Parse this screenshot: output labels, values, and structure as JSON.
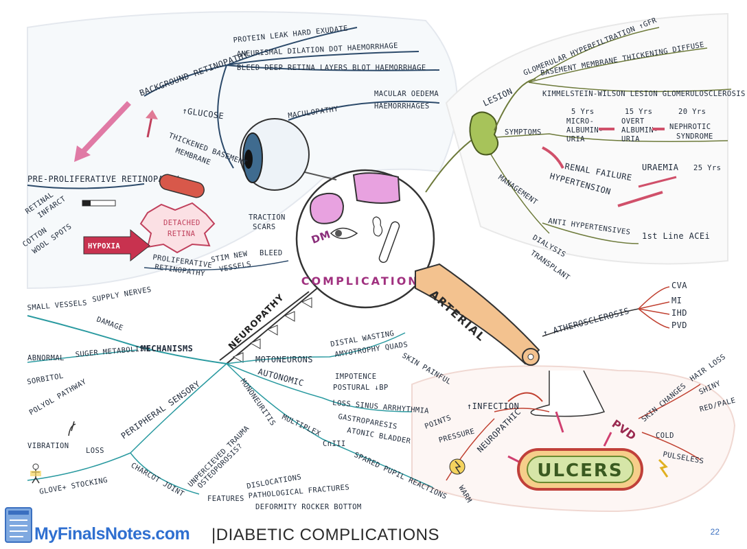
{
  "footer": {
    "brand": "MyFinalsNotes",
    "brand_suffix": ".com",
    "title": "|DIABETIC COMPLICATIONS",
    "page_number": "22"
  },
  "center": {
    "line1": "DM",
    "line2": "COMPLICATIONS"
  },
  "eye": {
    "background_retinopathy": "BACKGROUND RETINOPATHY",
    "bg_items": [
      "PROTEIN LEAK HARD EXUDATE",
      "ANEURISMAL DILATION DOT HAEMORRHAGE",
      "BLEED DEEP RETINA LAYERS BLOT HAEMORRHAGE"
    ],
    "glucose": "↑GLUCOSE",
    "thickened": [
      "THICKENED BASEMENT",
      "MEMBRANE"
    ],
    "maculopathy": "MACULOPATHY",
    "macular_items": [
      "MACULAR OEDEMA",
      "HAEMORRHAGES"
    ],
    "pre_proliferative": "PRE-PROLIFERATIVE RETINOPATHY",
    "retinal_infarct": [
      "RETINAL",
      "INFARCT"
    ],
    "cotton_wool": [
      "COTTON",
      "WOOL SPOTS"
    ],
    "detached": [
      "DETACHED",
      "RETINA"
    ],
    "hypoxia": "HYPOXIA",
    "proliferative": [
      "PROLIFERATIVE",
      "RETINOPATHY"
    ],
    "stim_new": [
      "STIM NEW",
      "VESSELS"
    ],
    "bleed": "BLEED",
    "traction": [
      "TRACTION",
      "SCARS"
    ]
  },
  "kidney": {
    "lesion": "LESION",
    "glomerular": "GLOMERULAR HYPERFILTRATION ↑GFR",
    "basement": "BASEMENT MEMBRANE THICKENING DIFFUSE",
    "kimmelstiel": "KIMMELSTEIN-WILSON LESION GLOMERULOSCLEROSIS",
    "symptoms": "SYMPTOMS",
    "yrs5": "5 Yrs",
    "yrs15": "15 Yrs",
    "yrs20": "20 Yrs",
    "yrs25": "25 Yrs",
    "micro": [
      "MICRO-",
      "ALBUMIN-",
      "URIA"
    ],
    "overt": [
      "OVERT",
      "ALBUMIN-",
      "URIA"
    ],
    "nephrotic": [
      "NEPHROTIC",
      "SYNDROME"
    ],
    "renal_failure": "RENAL FAILURE",
    "uraemia": "URAEMIA",
    "hypertension": "HYPERTENSION",
    "management": "MANAGEMENT",
    "antihypertensives": "ANTI HYPERTENSIVES",
    "first_line": "1st Line ACEi",
    "dialysis": "DIALYSIS",
    "transplant": "TRANSPLANT"
  },
  "arterial": {
    "label": "ARTERIAL",
    "atherosclerosis": "↑ ATHEROSCLEROSIS",
    "items": [
      "CVA",
      "MI",
      "IHD",
      "PVD"
    ]
  },
  "ulcers": {
    "label": "ULCERS",
    "infection": "↑INFECTION",
    "neuropathic": "NEUROPATHIC",
    "points": "POINTS",
    "pressure": "PRESSURE",
    "warm": "WARM",
    "pvd": "PVD",
    "skin_changes": "SKIN CHANGES",
    "hair_loss": "HAIR LOSS",
    "shiny": "SHINY",
    "red_pale": "RED/PALE",
    "cold": "COLD",
    "pulseless": "PULSELESS"
  },
  "neuro": {
    "neuropathy": "NEUROPATHY",
    "mechanisms": "MECHANISMS",
    "small_vessels": "SMALL VESSELS",
    "supply_nerves": "SUPPLY NERVES",
    "damage": "DAMAGE",
    "abnormal": "ABNORMAL",
    "sugar_metabolism": "SUGER METABOLISM",
    "sorbitol": "SORBITOL",
    "polyol": "POLYOL PATHWAY",
    "motoneurons": "MOTONEURONS",
    "distal_wasting": "DISTAL WASTING",
    "amyotrophy": "AMYOTROPHY QUADS",
    "skin_painful": "SKIN PAINFUL",
    "autonomic": "AUTONOMIC",
    "impotence": "IMPOTENCE",
    "postural": "POSTURAL ↓BP",
    "loss_sinus": "LOSS SINUS ARRHYTHMIA",
    "gastroparesis": "GASTROPARESIS",
    "atonic": "ATONIC BLADDER",
    "mononeuritis": "MONONEURITIS",
    "multiplex": "MULTIPLEX",
    "cn3": "CnIII",
    "spared": "SPARED PUPIL REACTIONS",
    "peripheral_sensory": "PERIPHERAL SENSORY",
    "vibration": "VIBRATION",
    "loss": "LOSS",
    "glove": "GLOVE+ STOCKING",
    "charcot": "CHARCOT JOINT",
    "unperceived": [
      "UNPERCIEVED TRAUMA",
      "OSTEOPOROSIS?"
    ],
    "features": "FEATURES",
    "dislocations": "DISLOCATIONS",
    "pathological": "PATHOLOGICAL FRACTURES",
    "deformity": "DEFORMITY ROCKER BOTTOM"
  }
}
